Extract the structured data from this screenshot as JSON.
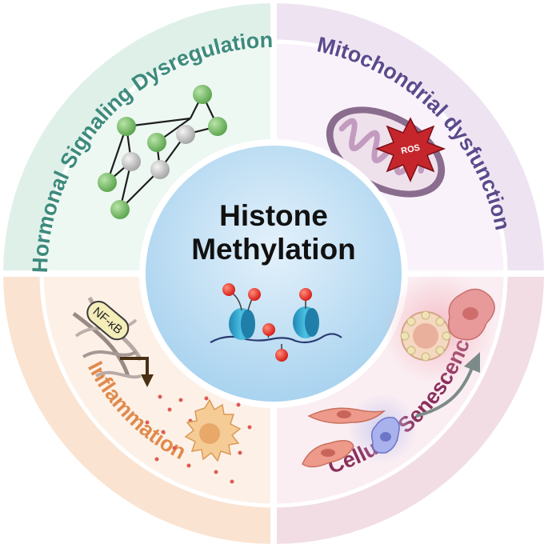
{
  "center": {
    "title_line1": "Histone",
    "title_line2": "Methylation"
  },
  "quadrants": {
    "top_left": {
      "label": "Hormonal Signaling Dysregulation",
      "text_color": "#3d8a7c",
      "bg_color": "#e6f3ee"
    },
    "top_right": {
      "label": "Mitochondrial dysfunction",
      "text_color": "#5b4a8c",
      "bg_color": "#f5ecf5"
    },
    "bottom_left": {
      "label": "Inflammation",
      "text_color": "#e08a4c",
      "bg_color": "#fbeadc"
    },
    "bottom_right": {
      "label": "Cellular Senescence",
      "text_color": "#8a2f5c",
      "bg_color": "#f6e6ec"
    }
  },
  "icons": {
    "mitochondrion_badge": "ROS",
    "transcription_factor": "NF-κB"
  }
}
